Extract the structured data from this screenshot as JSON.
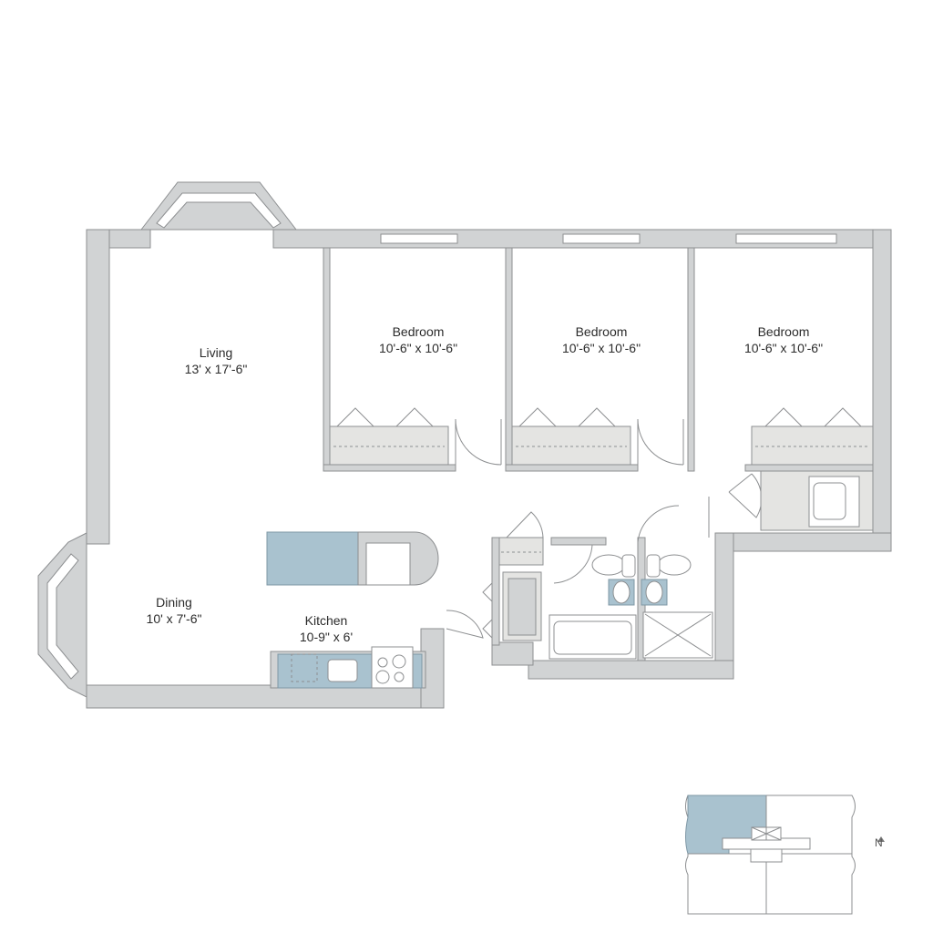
{
  "rooms": {
    "living": {
      "name": "Living",
      "size": "13' x 17'-6\""
    },
    "bedroom1": {
      "name": "Bedroom",
      "size": "10'-6\" x 10'-6\""
    },
    "bedroom2": {
      "name": "Bedroom",
      "size": "10'-6\" x 10'-6\""
    },
    "bedroom3": {
      "name": "Bedroom",
      "size": "10'-6\" x 10'-6\""
    },
    "dining": {
      "name": "Dining",
      "size": "10' x 7'-6\""
    },
    "kitchen": {
      "name": "Kitchen",
      "size": "10-9\" x 6'"
    }
  },
  "key_plan": {
    "north_label": "N"
  },
  "colors": {
    "wall": "#d1d3d4",
    "counter": "#a9c2cf",
    "highlight": "#a9c2cf"
  }
}
